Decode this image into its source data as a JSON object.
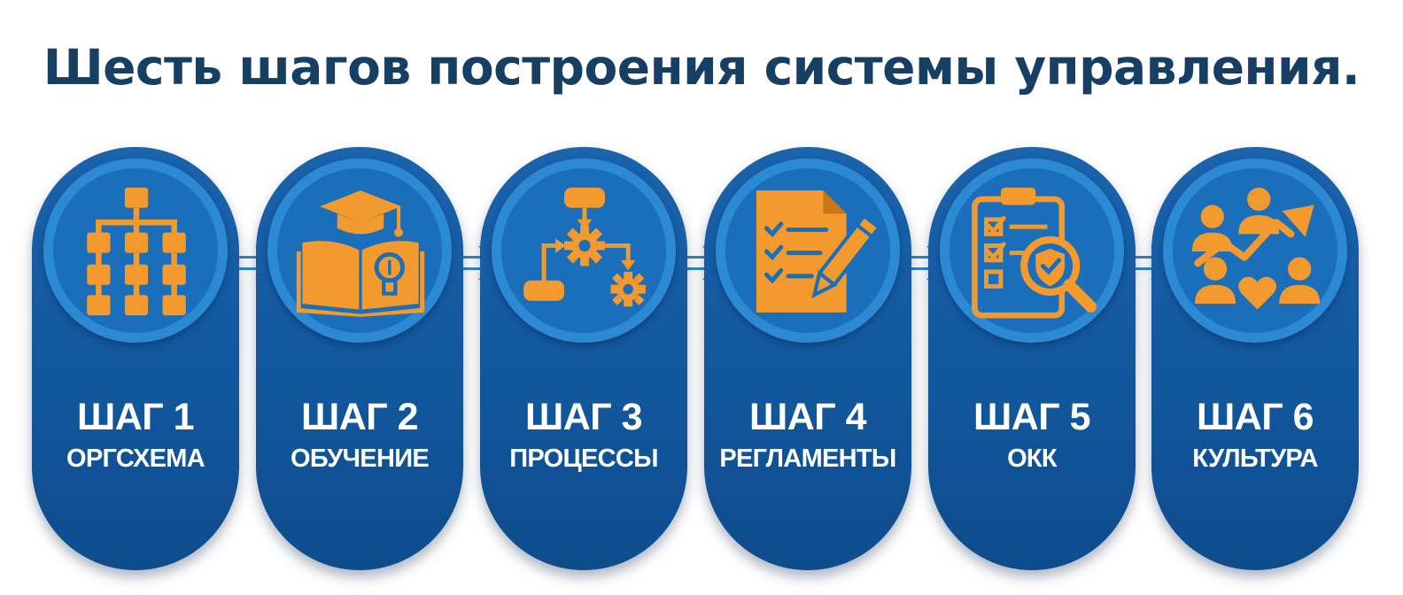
{
  "title": "Шесть шагов построения системы управления.",
  "steps": [
    {
      "number": "ШАГ 1",
      "name": "ОРГСХЕМА",
      "icon": "org-chart-icon"
    },
    {
      "number": "ШАГ 2",
      "name": "ОБУЧЕНИЕ",
      "icon": "education-icon"
    },
    {
      "number": "ШАГ 3",
      "name": "ПРОЦЕССЫ",
      "icon": "process-flow-icon"
    },
    {
      "number": "ШАГ 4",
      "name": "РЕГЛАМЕНТЫ",
      "icon": "regulations-document-icon"
    },
    {
      "number": "ШАГ 5",
      "name": "ОКК",
      "icon": "quality-control-icon"
    },
    {
      "number": "ШАГ 6",
      "name": "КУЛЬТУРА",
      "icon": "culture-team-icon"
    }
  ],
  "colors": {
    "title": "#173f63",
    "pill": "#12579d",
    "circle": "#1b6fba",
    "ring": "#2c89d3",
    "icon": "#f29a2e",
    "text": "#ffffff"
  }
}
